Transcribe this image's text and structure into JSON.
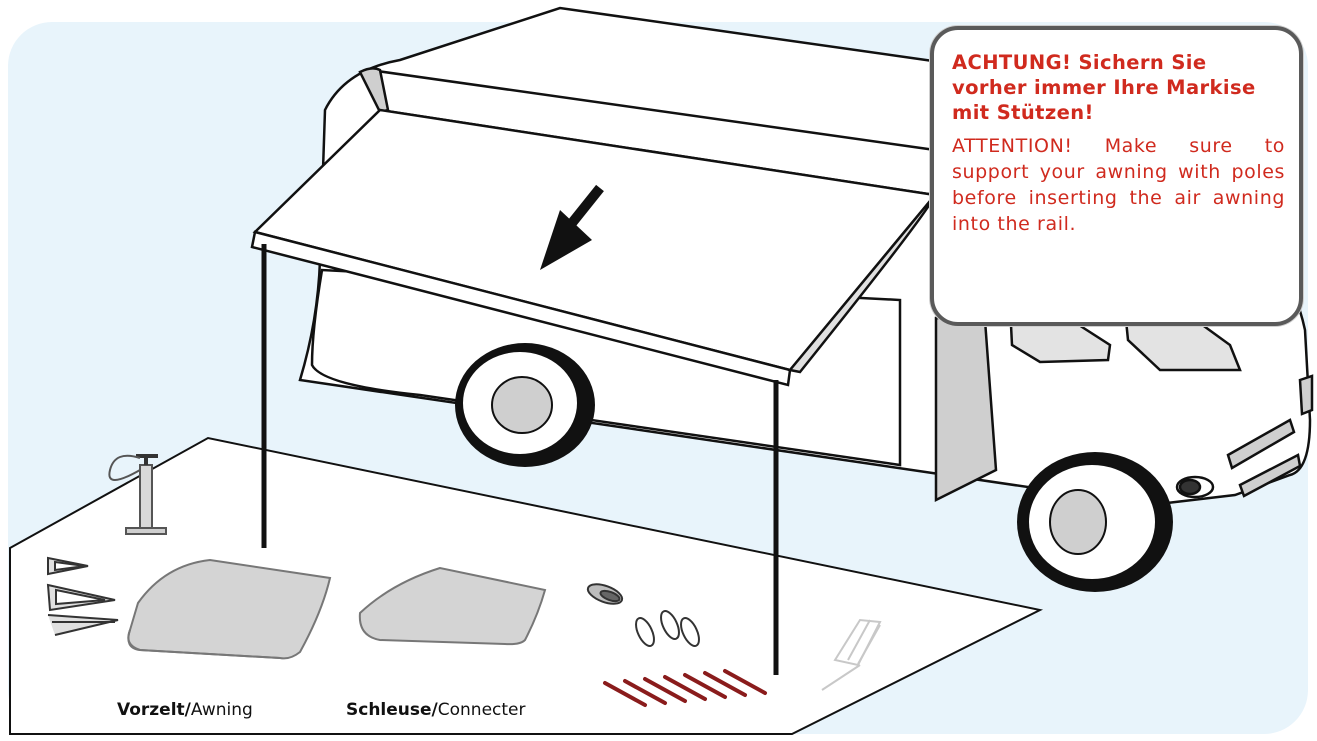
{
  "warning": {
    "title_de": "ACHTUNG! Sichern Sie vorher immer Ihre Markise mit Stützen!",
    "text_en": "ATTENTION! Make sure to support your awning with poles before inserting the air awning into the rail."
  },
  "captions": {
    "awning_de": "Vorzelt",
    "awning_sep": "/",
    "awning_en": "Awning",
    "connecter_de": "Schleuse",
    "connecter_sep": "/",
    "connecter_en": "Connecter"
  },
  "colors": {
    "background": "#e8f4fb",
    "warning_text": "#d02a1e",
    "outline": "#111111",
    "tent_bag": "#d4d4d4",
    "peg": "#8a1c1c"
  },
  "icons": [
    "motorhome-icon",
    "awning-icon",
    "arrow-icon",
    "pump-icon",
    "poles-icon",
    "tent-bag-icon",
    "rope-icon",
    "clip-icon",
    "peg-icon",
    "connector-icon"
  ]
}
